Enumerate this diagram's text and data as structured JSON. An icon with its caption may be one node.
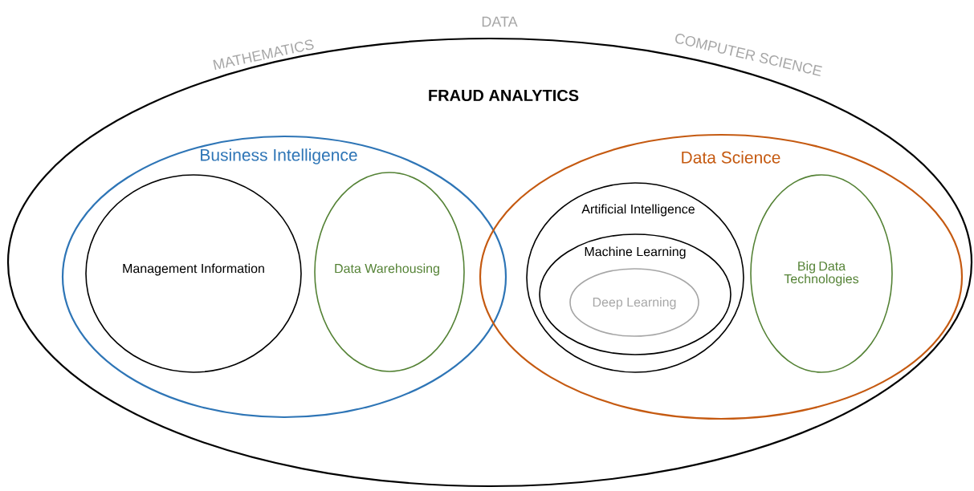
{
  "diagram": {
    "nodes": [
      {
        "text": [
          "FRAUD ANALYTICS"
        ]
      },
      {
        "text": [
          "Business Intelligence"
        ],
        "in": 0
      },
      {
        "text": [
          "Management Information"
        ],
        "in": 1
      },
      {
        "text": [
          "Data Warehousing"
        ],
        "in": 1
      },
      {
        "text": [
          "Data Science"
        ],
        "in": 0
      },
      {
        "text": [
          "Artificial Intelligence"
        ],
        "in": 4
      },
      {
        "text": [
          "Machine Learning"
        ],
        "in": 5
      },
      {
        "text": [
          "Deep Learning"
        ],
        "in": 6
      },
      {
        "text": [
          "Big Data Technologies"
        ],
        "in": 4
      }
    ],
    "labels": [
      "MATHEMATICS",
      "DATA",
      "COMPUTER SCIENCE"
    ]
  }
}
